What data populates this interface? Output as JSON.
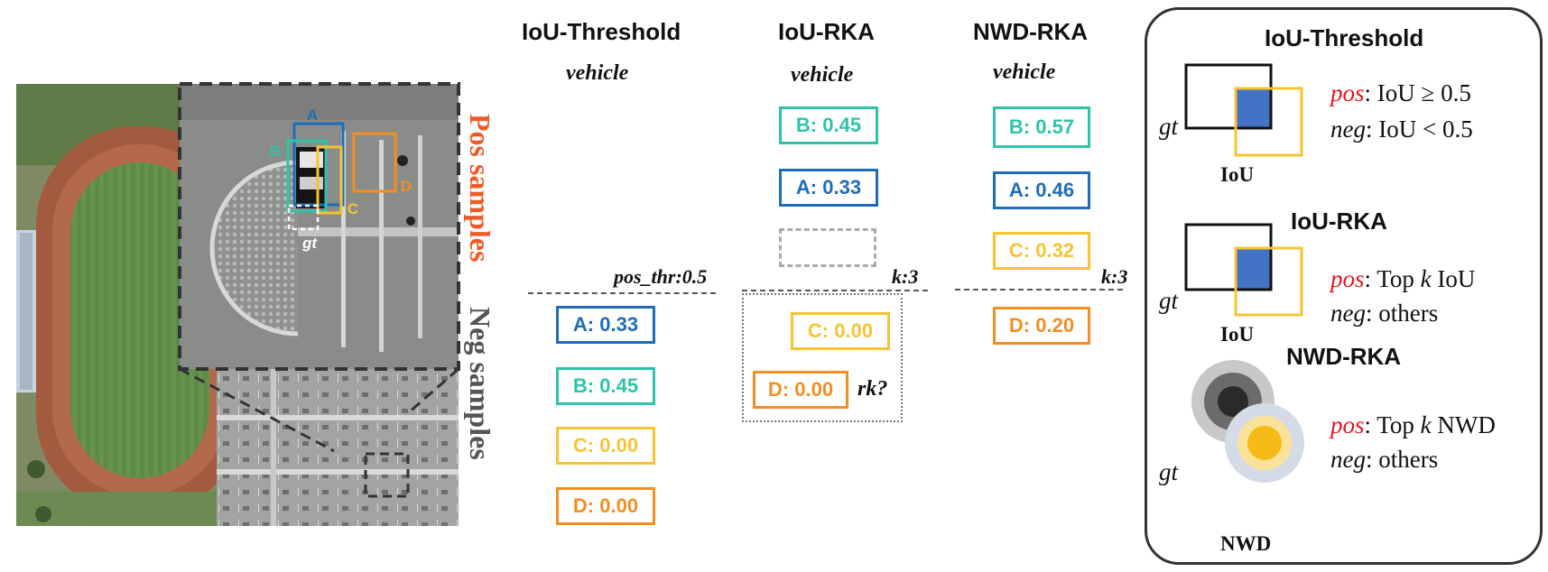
{
  "vertical_labels": {
    "pos": "Pos samples",
    "neg": "Neg samples"
  },
  "aerial": {
    "box_labels": [
      "A",
      "B",
      "C",
      "D"
    ],
    "gt_label": "gt"
  },
  "columns": [
    {
      "title": "IoU-Threshold",
      "class_label": "vehicle",
      "threshold_label": "pos_thr:0.5",
      "pos_boxes": [],
      "neg_boxes": [
        {
          "text": "A: 0.33",
          "color": "#1f6cb8"
        },
        {
          "text": "B: 0.45",
          "color": "#2ec4a9"
        },
        {
          "text": "C: 0.00",
          "color": "#f7c431"
        },
        {
          "text": "D: 0.00",
          "color": "#f28e22"
        }
      ]
    },
    {
      "title": "IoU-RKA",
      "class_label": "vehicle",
      "threshold_label": "k:3",
      "pos_boxes": [
        {
          "text": "B: 0.45",
          "color": "#2ec4a9"
        },
        {
          "text": "A: 0.33",
          "color": "#1f6cb8"
        }
      ],
      "neg_boxes": [
        {
          "text": "C: 0.00",
          "color": "#f7c431"
        },
        {
          "text": "D: 0.00",
          "color": "#f28e22"
        }
      ],
      "rank_question": "rk?"
    },
    {
      "title": "NWD-RKA",
      "class_label": "vehicle",
      "threshold_label": "k:3",
      "pos_boxes": [
        {
          "text": "B: 0.57",
          "color": "#2ec4a9"
        },
        {
          "text": "A: 0.46",
          "color": "#1f6cb8"
        },
        {
          "text": "C: 0.32",
          "color": "#f7c431"
        }
      ],
      "neg_boxes": [
        {
          "text": "D: 0.20",
          "color": "#f28e22"
        }
      ]
    }
  ],
  "legend": {
    "sections": [
      {
        "title": "IoU-Threshold",
        "diagram_label": "IoU",
        "gt_label": "gt",
        "pos_prefix": "pos",
        "pos_text": ": IoU ≥ 0.5",
        "neg_prefix": "neg",
        "neg_text": ": IoU < 0.5"
      },
      {
        "title": "IoU-RKA",
        "diagram_label": "IoU",
        "gt_label": "gt",
        "pos_prefix": "pos",
        "pos_text_a": ": Top ",
        "pos_k": "k",
        "pos_text_b": " IoU",
        "neg_prefix": "neg",
        "neg_text": ": others"
      },
      {
        "title": "NWD-RKA",
        "diagram_label": "NWD",
        "gt_label": "gt",
        "pos_prefix": "pos",
        "pos_text_a": ": Top ",
        "pos_k": "k",
        "pos_text_b": " NWD",
        "neg_prefix": "neg",
        "neg_text": ": others"
      }
    ]
  },
  "colors": {
    "teal": "#2ec4a9",
    "blue": "#1f6cb8",
    "yellow": "#f7c431",
    "orange": "#f28e22",
    "pos_label": "#f05a28",
    "neg_label": "#555555",
    "iou_overlap": "#4472c4",
    "red_text": "#e8141c"
  }
}
